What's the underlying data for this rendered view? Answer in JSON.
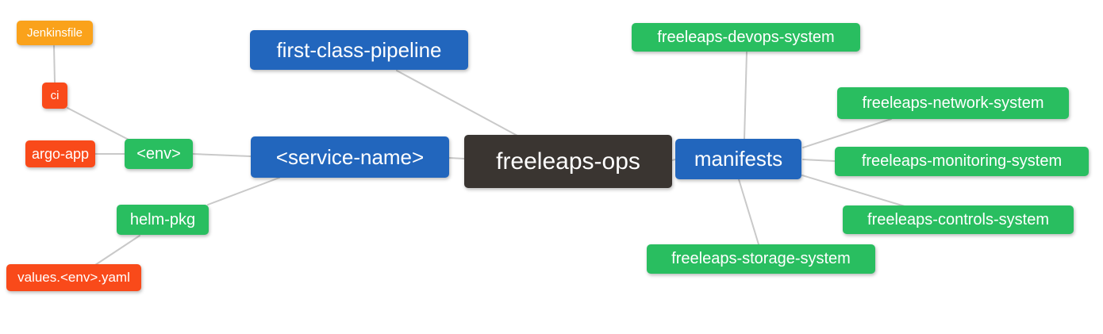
{
  "diagram": {
    "type": "mind-map",
    "background_color": "#FFFFFF",
    "edge_color": "#C9C9C9",
    "text_color": "#FFFFFF",
    "palette": {
      "root_dark": "#3A3531",
      "branch_blue": "#2266BD",
      "leaf_green": "#29BE60",
      "leaf_red_orange": "#F94A1A",
      "leaf_amber": "#FAA21B"
    },
    "nodes": [
      {
        "id": "jenkinsfile",
        "label": "Jenkinsfile",
        "color": "#FAA21B"
      },
      {
        "id": "ci",
        "label": "ci",
        "color": "#F94A1A"
      },
      {
        "id": "argo-app",
        "label": "argo-app",
        "color": "#F94A1A"
      },
      {
        "id": "env",
        "label": "<env>",
        "color": "#29BE60"
      },
      {
        "id": "helm-pkg",
        "label": "helm-pkg",
        "color": "#29BE60"
      },
      {
        "id": "values-env-yaml",
        "label": "values.<env>.yaml",
        "color": "#F94A1A"
      },
      {
        "id": "first-class-pipeline",
        "label": "first-class-pipeline",
        "color": "#2266BD"
      },
      {
        "id": "service-name",
        "label": "<service-name>",
        "color": "#2266BD"
      },
      {
        "id": "freeleaps-ops",
        "label": "freeleaps-ops",
        "color": "#3A3531"
      },
      {
        "id": "manifests",
        "label": "manifests",
        "color": "#2266BD"
      },
      {
        "id": "devops-system",
        "label": "freeleaps-devops-system",
        "color": "#29BE60"
      },
      {
        "id": "network-system",
        "label": "freeleaps-network-system",
        "color": "#29BE60"
      },
      {
        "id": "monitoring-system",
        "label": "freeleaps-monitoring-system",
        "color": "#29BE60"
      },
      {
        "id": "controls-system",
        "label": "freeleaps-controls-system",
        "color": "#29BE60"
      },
      {
        "id": "storage-system",
        "label": "freeleaps-storage-system",
        "color": "#29BE60"
      }
    ],
    "edges": [
      {
        "from": "jenkinsfile",
        "to": "ci"
      },
      {
        "from": "ci",
        "to": "env"
      },
      {
        "from": "argo-app",
        "to": "env"
      },
      {
        "from": "env",
        "to": "service-name"
      },
      {
        "from": "helm-pkg",
        "to": "service-name"
      },
      {
        "from": "helm-pkg",
        "to": "values-env-yaml"
      },
      {
        "from": "first-class-pipeline",
        "to": "freeleaps-ops"
      },
      {
        "from": "service-name",
        "to": "freeleaps-ops"
      },
      {
        "from": "freeleaps-ops",
        "to": "manifests"
      },
      {
        "from": "manifests",
        "to": "devops-system"
      },
      {
        "from": "manifests",
        "to": "network-system"
      },
      {
        "from": "manifests",
        "to": "monitoring-system"
      },
      {
        "from": "manifests",
        "to": "controls-system"
      },
      {
        "from": "manifests",
        "to": "storage-system"
      }
    ]
  }
}
